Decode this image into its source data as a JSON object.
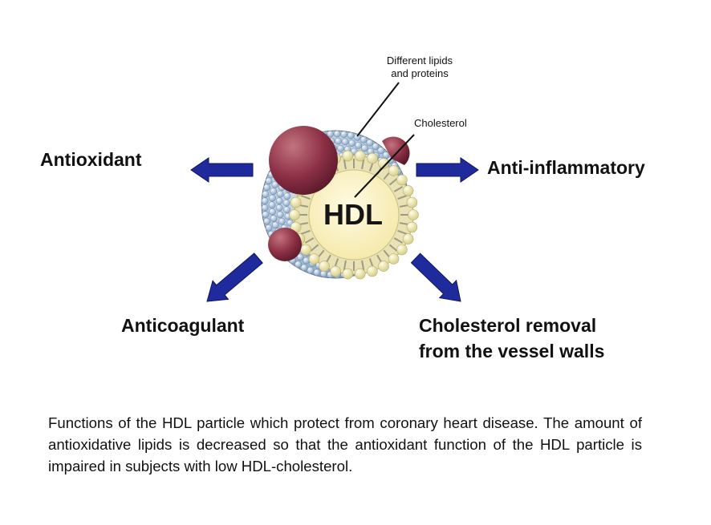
{
  "center": {
    "label": "HDL"
  },
  "callouts": {
    "lipids_line1": "Different lipids",
    "lipids_line2": "and proteins",
    "cholesterol": "Cholesterol"
  },
  "functions": {
    "antioxidant": "Antioxidant",
    "anti_inflammatory": "Anti-inflammatory",
    "anticoagulant": "Anticoagulant",
    "cholesterol_removal_line1": "Cholesterol removal",
    "cholesterol_removal_line2": "from the vessel walls"
  },
  "caption": "Functions of the HDL particle which protect from coronary heart disease. The amount of antioxidative lipids is decreased so that the antioxidant function of the HDL particle is impaired in subjects with low HDL-cholesterol.",
  "colors": {
    "arrow": "#1f2a9c",
    "protein": "#8c2f45",
    "core": "#fbf4c6",
    "shell": "#aac6de"
  }
}
